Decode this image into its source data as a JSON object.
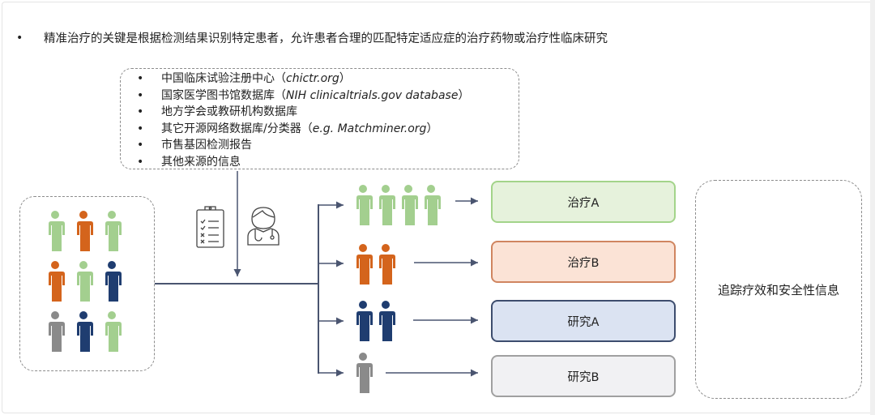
{
  "headline": {
    "bullet": "•",
    "text": "精准治疗的关键是根据检测结果识别特定患者，允许患者合理的匹配特定适应症的治疗药物或治疗性临床研究"
  },
  "sources": {
    "items": [
      {
        "zh": "中国临床试验注册中心（",
        "en": "chictr.org",
        "tail": "）"
      },
      {
        "zh": "国家医学图书馆数据库（",
        "en": "NIH clinicaltrials.gov database",
        "tail": "）"
      },
      {
        "zh": "地方学会或教研机构数据库",
        "en": "",
        "tail": ""
      },
      {
        "zh": "其它开源网络数据库/分类器（",
        "en": "e.g. Matchminer.org",
        "tail": "）"
      },
      {
        "zh": "市售基因检测报告",
        "en": "",
        "tail": ""
      },
      {
        "zh": "其他来源的信息",
        "en": "",
        "tail": ""
      }
    ]
  },
  "colors": {
    "green": "#a3cf8f",
    "orange": "#d4641c",
    "navy": "#1f3d70",
    "gray": "#8a8a8a",
    "line": "#4a5570"
  },
  "patients_pool": [
    "green",
    "orange",
    "green",
    "orange",
    "green",
    "navy",
    "gray",
    "navy",
    "green"
  ],
  "icons": [
    "clipboard-checklist-icon",
    "doctor-icon"
  ],
  "groups": [
    {
      "label": "治疗A",
      "color": "green",
      "count": 4,
      "fill": "#e6f2dc",
      "border": "#a3d48a"
    },
    {
      "label": "治疗B",
      "color": "orange",
      "count": 2,
      "fill": "#fbe3d6",
      "border": "#d08560"
    },
    {
      "label": "研究A",
      "color": "navy",
      "count": 2,
      "fill": "#dbe3f2",
      "border": "#3d4d6e"
    },
    {
      "label": "研究B",
      "color": "gray",
      "count": 1,
      "fill": "#f1f1f3",
      "border": "#a0a0a0"
    }
  ],
  "tracking": {
    "label": "追踪疗效和安全性信息"
  }
}
